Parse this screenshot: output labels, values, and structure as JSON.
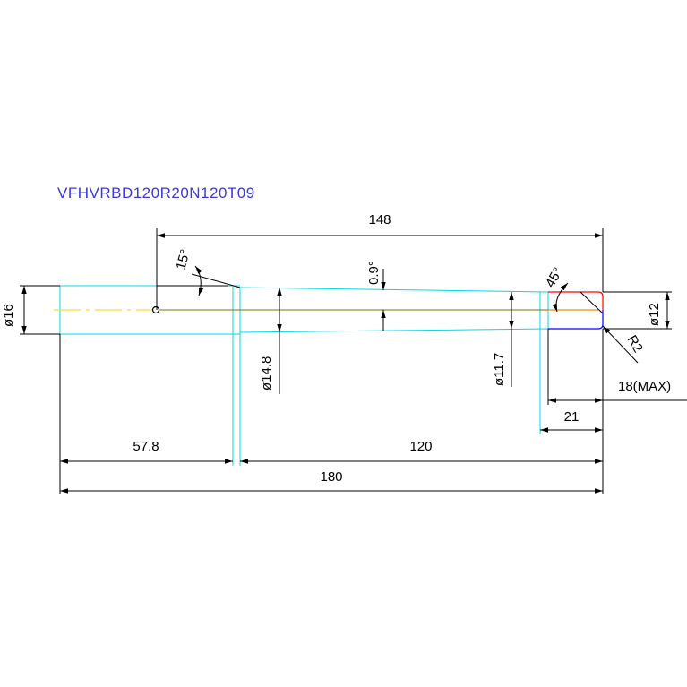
{
  "title": "VFHVRBD120R20N120T09",
  "colors": {
    "title": "#3a3ad8",
    "outline": "#00d8e8",
    "dimension": "#000000",
    "centerline": "#ffd400",
    "tip_top": "#ff0000",
    "tip_bottom": "#0000ff"
  },
  "dimensions": {
    "length_148": "148",
    "angle_15": "15°",
    "angle_09": "0.9°",
    "angle_45": "45°",
    "dia_16": "ø16",
    "dia_148": "ø14.8",
    "dia_117": "ø11.7",
    "dia_12": "ø12",
    "radius_r2": "R2",
    "length_18max": "18(MAX)",
    "length_21": "21",
    "length_578": "57.8",
    "length_120": "120",
    "length_180": "180"
  }
}
